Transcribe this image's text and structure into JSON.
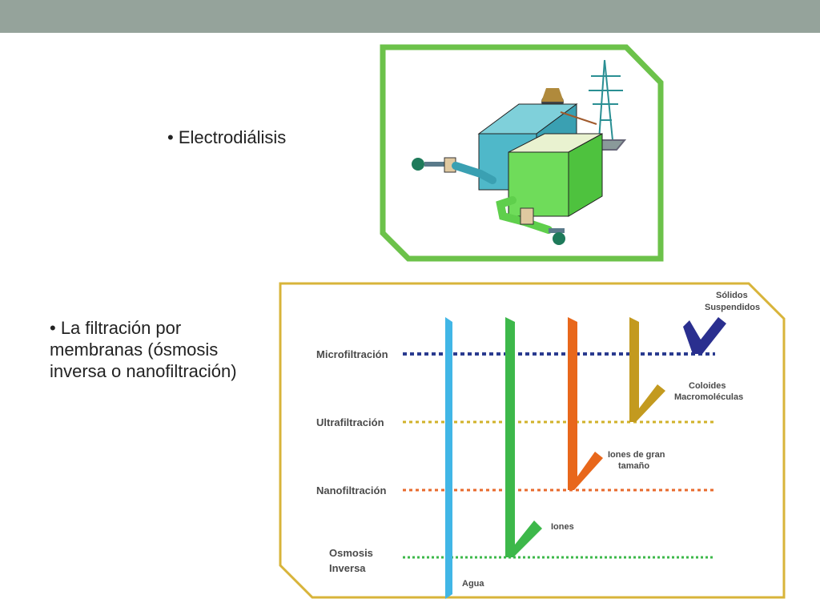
{
  "bullets": {
    "electrodialysis": "• Electrodiálisis",
    "membrane_line1": "• La filtración por",
    "membrane_line2": "membranas (ósmosis",
    "membrane_line3": "inversa o nanofiltración)"
  },
  "filtration_levels": [
    {
      "label": "Microfiltración",
      "color": "#2a3b8f"
    },
    {
      "label": "Ultrafiltración",
      "color": "#d1b22a"
    },
    {
      "label": "Nanofiltración",
      "color": "#e86a2c"
    },
    {
      "label_line1": "Osmosis",
      "label_line2": "Inversa",
      "color": "#3db84a"
    }
  ],
  "particles": {
    "agua": "Agua",
    "iones": "Iones",
    "iones_gran_line1": "Iones de gran",
    "iones_gran_line2": "tamaño",
    "coloides_line1": "Coloides",
    "coloides_line2": "Macromoléculas",
    "solidos_line1": "Sólidos",
    "solidos_line2": "Suspendidos"
  },
  "colors": {
    "top_bar": "#95a39b",
    "frame_green": "#6cc24a",
    "frame_gold": "#d8b43a",
    "agua": "#41b6e6",
    "iones": "#3db84a",
    "iones_gran": "#e8671b",
    "coloides": "#c39a1f",
    "solidos": "#2a2f8f"
  }
}
